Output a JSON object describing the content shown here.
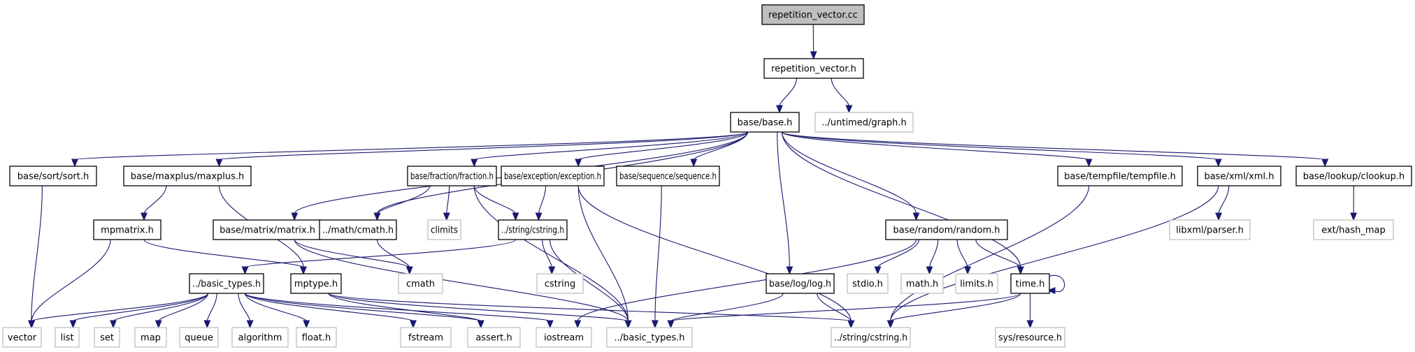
{
  "diagram": {
    "title": "repetition_vector.cc",
    "type": "include-dependency-graph",
    "colors": {
      "edge": "#191970",
      "root_fill": "#bfbfbf",
      "local_border": "#000000",
      "external_border": "#bfbfbf"
    },
    "nodes": [
      {
        "id": "rvcc",
        "label": "repetition_vector.cc",
        "kind": "root"
      },
      {
        "id": "rvh",
        "label": "repetition_vector.h",
        "kind": "local"
      },
      {
        "id": "base",
        "label": "base/base.h",
        "kind": "local"
      },
      {
        "id": "graph",
        "label": "../untimed/graph.h",
        "kind": "external"
      },
      {
        "id": "sort",
        "label": "base/sort/sort.h",
        "kind": "local"
      },
      {
        "id": "maxplus",
        "label": "base/maxplus/maxplus.h",
        "kind": "local"
      },
      {
        "id": "fraction",
        "label": "base/fraction/fraction.h",
        "kind": "local"
      },
      {
        "id": "exception",
        "label": "base/exception/exception.h",
        "kind": "local"
      },
      {
        "id": "sequence",
        "label": "base/sequence/sequence.h",
        "kind": "local"
      },
      {
        "id": "tempfile",
        "label": "base/tempfile/tempfile.h",
        "kind": "local"
      },
      {
        "id": "xml",
        "label": "base/xml/xml.h",
        "kind": "local"
      },
      {
        "id": "clookup",
        "label": "base/lookup/clookup.h",
        "kind": "local"
      },
      {
        "id": "mpmatrix",
        "label": "mpmatrix.h",
        "kind": "local"
      },
      {
        "id": "matrix",
        "label": "base/matrix/matrix.h",
        "kind": "local"
      },
      {
        "id": "mcmath",
        "label": "../math/cmath.h",
        "kind": "local"
      },
      {
        "id": "climits",
        "label": "climits",
        "kind": "external"
      },
      {
        "id": "scstring",
        "label": "../string/cstring.h",
        "kind": "local"
      },
      {
        "id": "random",
        "label": "base/random/random.h",
        "kind": "local"
      },
      {
        "id": "libxml",
        "label": "libxml/parser.h",
        "kind": "external"
      },
      {
        "id": "hashmap",
        "label": "ext/hash_map",
        "kind": "external"
      },
      {
        "id": "btypes",
        "label": "../basic_types.h",
        "kind": "local"
      },
      {
        "id": "mptype",
        "label": "mptype.h",
        "kind": "local"
      },
      {
        "id": "cmath",
        "label": "cmath",
        "kind": "external"
      },
      {
        "id": "cstring",
        "label": "cstring",
        "kind": "external"
      },
      {
        "id": "log",
        "label": "base/log/log.h",
        "kind": "local"
      },
      {
        "id": "stdio",
        "label": "stdio.h",
        "kind": "external"
      },
      {
        "id": "math",
        "label": "math.h",
        "kind": "external"
      },
      {
        "id": "limits",
        "label": "limits.h",
        "kind": "external"
      },
      {
        "id": "time",
        "label": "time.h",
        "kind": "local"
      },
      {
        "id": "vector",
        "label": "vector",
        "kind": "external"
      },
      {
        "id": "list",
        "label": "list",
        "kind": "external"
      },
      {
        "id": "set",
        "label": "set",
        "kind": "external"
      },
      {
        "id": "map",
        "label": "map",
        "kind": "external"
      },
      {
        "id": "queue",
        "label": "queue",
        "kind": "external"
      },
      {
        "id": "algorithm",
        "label": "algorithm",
        "kind": "external"
      },
      {
        "id": "float",
        "label": "float.h",
        "kind": "external"
      },
      {
        "id": "fstream",
        "label": "fstream",
        "kind": "external"
      },
      {
        "id": "assert",
        "label": "assert.h",
        "kind": "external"
      },
      {
        "id": "iostream",
        "label": "iostream",
        "kind": "external"
      },
      {
        "id": "btypes2",
        "label": "../basic_types.h",
        "kind": "external"
      },
      {
        "id": "scstring2",
        "label": "../string/cstring.h",
        "kind": "external"
      },
      {
        "id": "resource",
        "label": "sys/resource.h",
        "kind": "external"
      }
    ],
    "edges": [
      [
        "rvcc",
        "rvh"
      ],
      [
        "rvh",
        "base"
      ],
      [
        "rvh",
        "graph"
      ],
      [
        "base",
        "sort"
      ],
      [
        "base",
        "maxplus"
      ],
      [
        "base",
        "matrix"
      ],
      [
        "base",
        "mcmath"
      ],
      [
        "base",
        "fraction"
      ],
      [
        "base",
        "exception"
      ],
      [
        "base",
        "sequence"
      ],
      [
        "base",
        "log"
      ],
      [
        "base",
        "random"
      ],
      [
        "base",
        "time"
      ],
      [
        "base",
        "tempfile"
      ],
      [
        "base",
        "xml"
      ],
      [
        "base",
        "clookup"
      ],
      [
        "sort",
        "vector"
      ],
      [
        "maxplus",
        "mpmatrix"
      ],
      [
        "maxplus",
        "mptype"
      ],
      [
        "mpmatrix",
        "vector"
      ],
      [
        "mpmatrix",
        "mptype"
      ],
      [
        "matrix",
        "cmath"
      ],
      [
        "matrix",
        "btypes2"
      ],
      [
        "mcmath",
        "cmath"
      ],
      [
        "fraction",
        "mcmath"
      ],
      [
        "fraction",
        "climits"
      ],
      [
        "fraction",
        "scstring"
      ],
      [
        "fraction",
        "btypes2"
      ],
      [
        "exception",
        "scstring"
      ],
      [
        "exception",
        "btypes2"
      ],
      [
        "exception",
        "scstring2"
      ],
      [
        "scstring",
        "btypes"
      ],
      [
        "scstring",
        "cstring"
      ],
      [
        "scstring",
        "btypes2"
      ],
      [
        "sequence",
        "btypes2"
      ],
      [
        "tempfile",
        "scstring2"
      ],
      [
        "xml",
        "libxml"
      ],
      [
        "xml",
        "scstring2"
      ],
      [
        "clookup",
        "hashmap"
      ],
      [
        "random",
        "iostream"
      ],
      [
        "random",
        "stdio"
      ],
      [
        "random",
        "math"
      ],
      [
        "random",
        "limits"
      ],
      [
        "random",
        "time"
      ],
      [
        "log",
        "btypes2"
      ],
      [
        "log",
        "scstring2"
      ],
      [
        "time",
        "time"
      ],
      [
        "time",
        "btypes2"
      ],
      [
        "time",
        "scstring2"
      ],
      [
        "time",
        "resource"
      ],
      [
        "btypes",
        "vector"
      ],
      [
        "btypes",
        "list"
      ],
      [
        "btypes",
        "set"
      ],
      [
        "btypes",
        "map"
      ],
      [
        "btypes",
        "queue"
      ],
      [
        "btypes",
        "algorithm"
      ],
      [
        "btypes",
        "float"
      ],
      [
        "btypes",
        "fstream"
      ],
      [
        "btypes",
        "assert"
      ],
      [
        "btypes",
        "iostream"
      ],
      [
        "mptype",
        "assert"
      ],
      [
        "mptype",
        "btypes2"
      ],
      [
        "mptype",
        "scstring2"
      ]
    ]
  }
}
